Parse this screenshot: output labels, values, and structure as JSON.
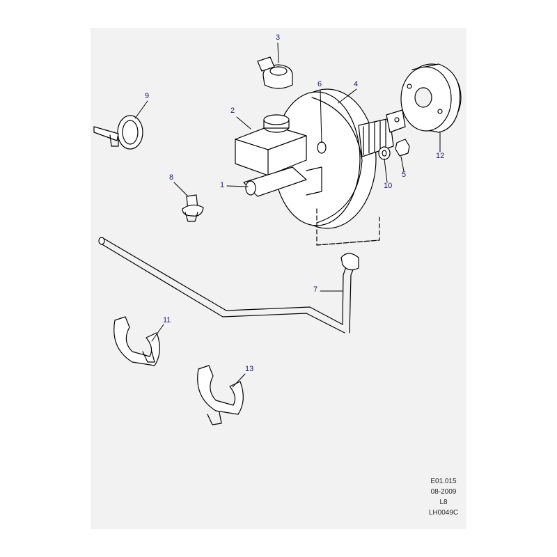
{
  "callouts": [
    "1",
    "2",
    "3",
    "4",
    "5",
    "6",
    "7",
    "8",
    "9",
    "10",
    "11",
    "12",
    "13"
  ],
  "reference": {
    "line1": "E01.015",
    "line2": "08-2009",
    "line3": "L8",
    "line4": "LH0049C"
  },
  "colors": {
    "callout": "#1a1a7a",
    "line": "#000000",
    "sheet": "#f2f2f2"
  }
}
